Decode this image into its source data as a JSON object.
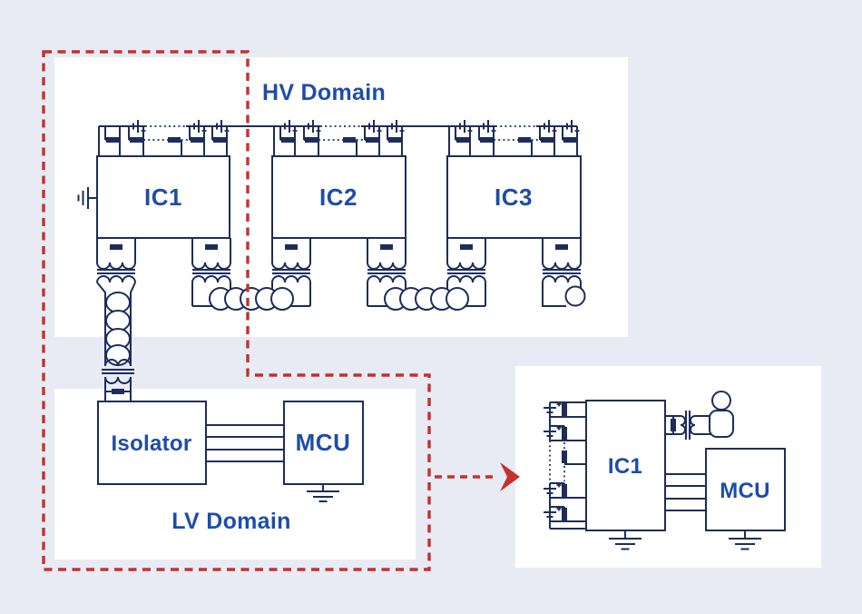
{
  "figure": {
    "description": "Battery management daisy-chain isolation diagram",
    "hv_panel": {
      "title": "HV Domain",
      "ics": [
        {
          "label": "IC1"
        },
        {
          "label": "IC2"
        },
        {
          "label": "IC3"
        }
      ]
    },
    "lv_panel": {
      "title": "LV Domain",
      "isolator_label": "Isolator",
      "mcu_label": "MCU"
    },
    "detail_panel": {
      "ic_label": "IC1",
      "mcu_label": "MCU"
    },
    "colors": {
      "background": "#e8ebf4",
      "panel": "#ffffff",
      "circuit_line": "#1d2d5b",
      "label_blue": "#1e4ca9",
      "highlight_red": "#c4312e"
    }
  }
}
